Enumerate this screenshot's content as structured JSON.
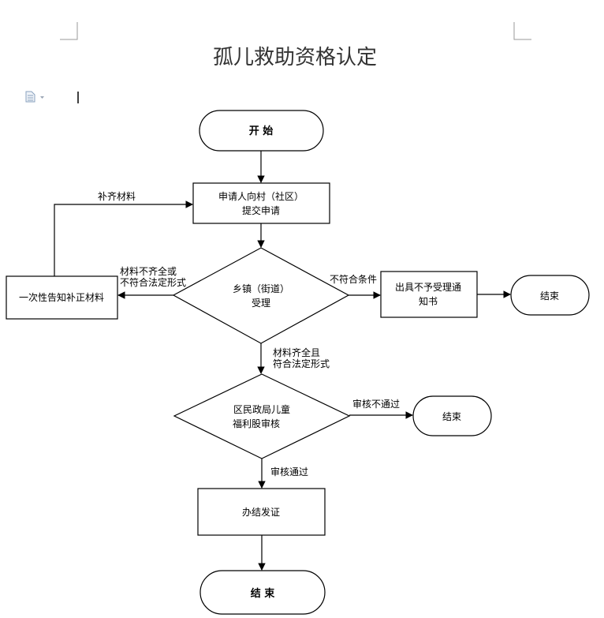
{
  "document": {
    "title": "孤儿救助资格认定"
  },
  "nodes": {
    "start": "开 始",
    "apply": [
      "申请人向村（社区）",
      "提交申请"
    ],
    "township": [
      "乡镇（街道）",
      "受理"
    ],
    "notify_docs": "一次性告知补正材料",
    "reject_notice": [
      "出具不予受理通",
      "知书"
    ],
    "end_reject": "结束",
    "review": [
      "区民政局儿童",
      "福利股审核"
    ],
    "end_review_fail": "结束",
    "issue": "办结发证",
    "end": "结 束"
  },
  "edges": {
    "supplement": "补齐材料",
    "incomplete": [
      "材料不齐全或",
      "不符合法定形式"
    ],
    "not_meet": "不符合条件",
    "complete": [
      "材料齐全且",
      "符合法定形式"
    ],
    "review_fail": "审核不通过",
    "review_pass": "审核通过"
  }
}
